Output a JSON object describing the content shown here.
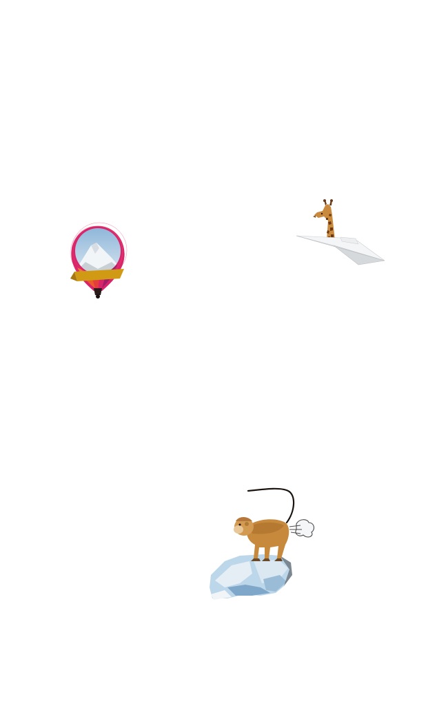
{
  "scene": {
    "background": "#ffffff",
    "illustrations": [
      {
        "id": "balloon",
        "name": "mountain-balloon-illustration",
        "icon": "hot-air-balloon-with-mountain-window"
      },
      {
        "id": "plane",
        "name": "giraffe-paper-plane-illustration",
        "icon": "paper-plane-with-giraffe"
      },
      {
        "id": "monkey",
        "name": "monkey-on-iceberg-illustration",
        "icon": "monkey-standing-on-ice"
      }
    ],
    "colors": {
      "balloon_magenta": "#d8246a",
      "balloon_orange": "#f29a25",
      "banner_gold": "#d19a14",
      "sky_blue": "#9fc3e2",
      "snow_white": "#f2f5f8",
      "plane_grey": "#e4e6e8",
      "giraffe_tan": "#c98a3e",
      "giraffe_spot": "#6b3a15",
      "monkey_tan": "#c78a3c",
      "ice_blue": "#bcd7ea",
      "ice_deep": "#7ea7c9"
    }
  }
}
